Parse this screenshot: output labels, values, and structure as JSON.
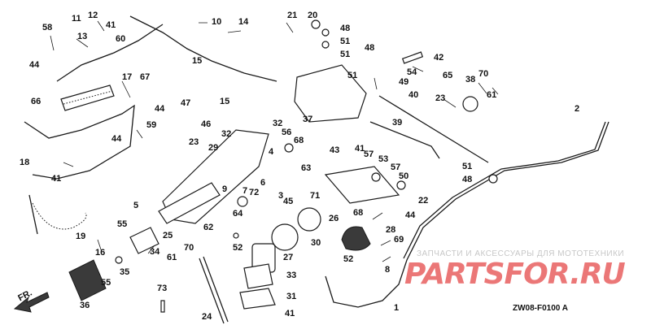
{
  "diagram": {
    "code": "ZW08-F0100 A",
    "direction_label": "FR.",
    "watermark": {
      "subtitle": "ЗАПЧАСТИ И АКСЕССУАРЫ ДЛЯ МОТОТЕХНИКИ",
      "brand": "PARTSFOR.RU",
      "color": "#e54a4a"
    },
    "callouts": [
      "1",
      "2",
      "3",
      "4",
      "5",
      "6",
      "7",
      "8",
      "9",
      "10",
      "11",
      "12",
      "13",
      "14",
      "15",
      "16",
      "17",
      "18",
      "19",
      "20",
      "21",
      "22",
      "23",
      "24",
      "25",
      "26",
      "27",
      "28",
      "29",
      "30",
      "31",
      "32",
      "33",
      "34",
      "35",
      "36",
      "37",
      "38",
      "39",
      "40",
      "41",
      "42",
      "43",
      "44",
      "45",
      "46",
      "47",
      "48",
      "49",
      "50",
      "51",
      "52",
      "53",
      "54",
      "55",
      "56",
      "57",
      "58",
      "59",
      "60",
      "61",
      "62",
      "63",
      "64",
      "65",
      "66",
      "67",
      "68",
      "69",
      "70",
      "71",
      "72",
      "73"
    ]
  }
}
